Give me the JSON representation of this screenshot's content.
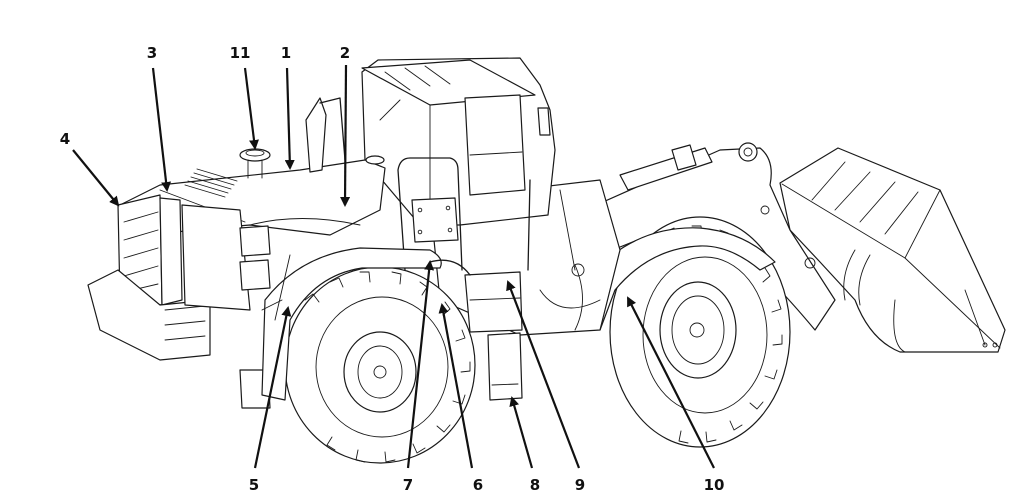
{
  "figure": {
    "subject": "Wheel loader component locations",
    "callouts": [
      {
        "id": "1",
        "label": "1"
      },
      {
        "id": "2",
        "label": "2"
      },
      {
        "id": "3",
        "label": "3"
      },
      {
        "id": "4",
        "label": "4"
      },
      {
        "id": "5",
        "label": "5"
      },
      {
        "id": "6",
        "label": "6"
      },
      {
        "id": "7",
        "label": "7"
      },
      {
        "id": "8",
        "label": "8"
      },
      {
        "id": "9",
        "label": "9"
      },
      {
        "id": "10",
        "label": "10"
      },
      {
        "id": "11",
        "label": "11"
      }
    ]
  },
  "colors": {
    "line": "#1a1a1a",
    "background": "#ffffff"
  }
}
